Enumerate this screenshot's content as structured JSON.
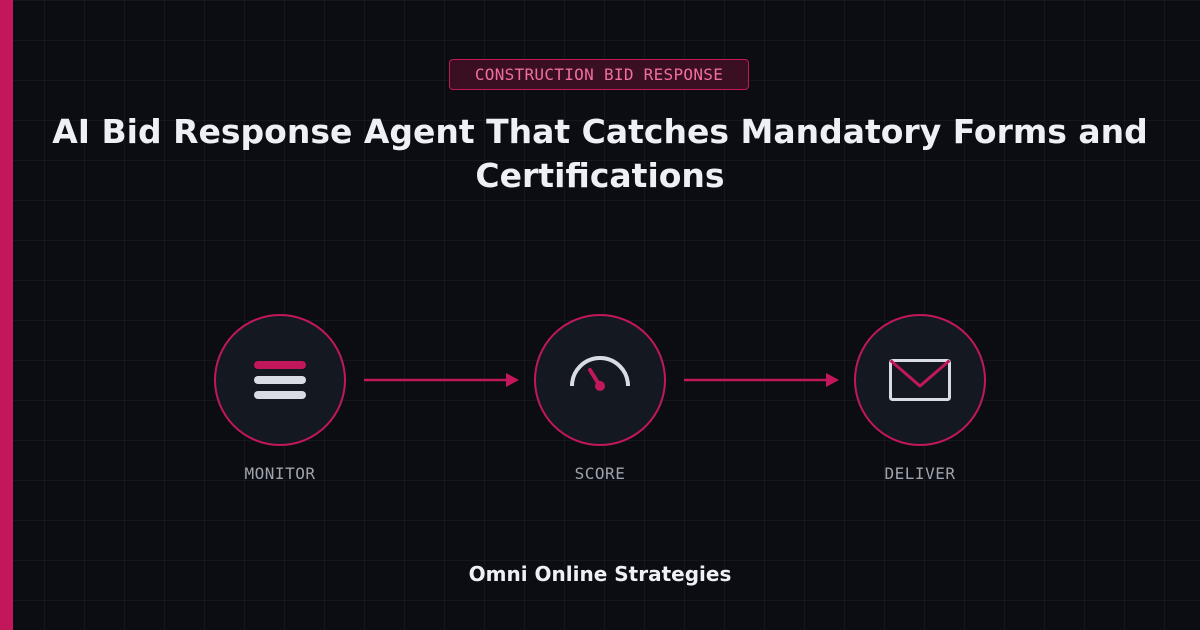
{
  "badge": "CONSTRUCTION BID RESPONSE",
  "title": "AI Bid Response Agent That Catches Mandatory Forms and Certifications",
  "steps": [
    {
      "label": "MONITOR",
      "icon": "list-icon"
    },
    {
      "label": "SCORE",
      "icon": "gauge-icon"
    },
    {
      "label": "DELIVER",
      "icon": "envelope-icon"
    }
  ],
  "footer": "Omni Online Strategies",
  "colors": {
    "accent": "#c2185b",
    "background": "#0b0d12",
    "circle_fill": "#141820",
    "icon_light": "#d9dce3",
    "text": "#eef0f5",
    "muted_text": "#9ea3ad"
  }
}
